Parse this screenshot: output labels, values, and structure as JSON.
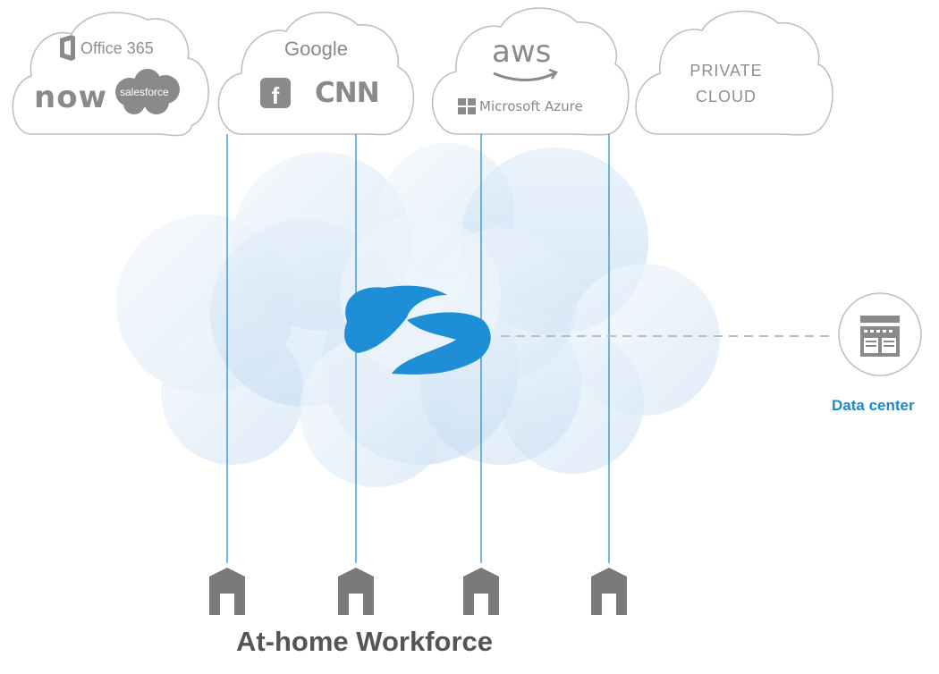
{
  "saas_clouds": {
    "cloud_1": {
      "office": "Office 365",
      "now": "now",
      "salesforce": "salesforce"
    },
    "cloud_2": {
      "google": "Google",
      "facebook": "f",
      "cnn": "CNN"
    },
    "cloud_3": {
      "aws": "aws",
      "azure": "Microsoft Azure"
    },
    "cloud_4": {
      "private": "PRIVATE CLOUD"
    }
  },
  "data_center": {
    "label": "Data center"
  },
  "caption": "At-home Workforce",
  "colors": {
    "line_blue": "#1e88cc",
    "brand_blue": "#1e8fd6",
    "cloud_outline": "#bdbdbd",
    "icon_gray": "#8a8a8a",
    "dash_gray": "#bdbdbd"
  },
  "icons": [
    "office-icon",
    "windows-icon",
    "zscaler-logo-icon",
    "data-center-icon",
    "home-icon"
  ]
}
